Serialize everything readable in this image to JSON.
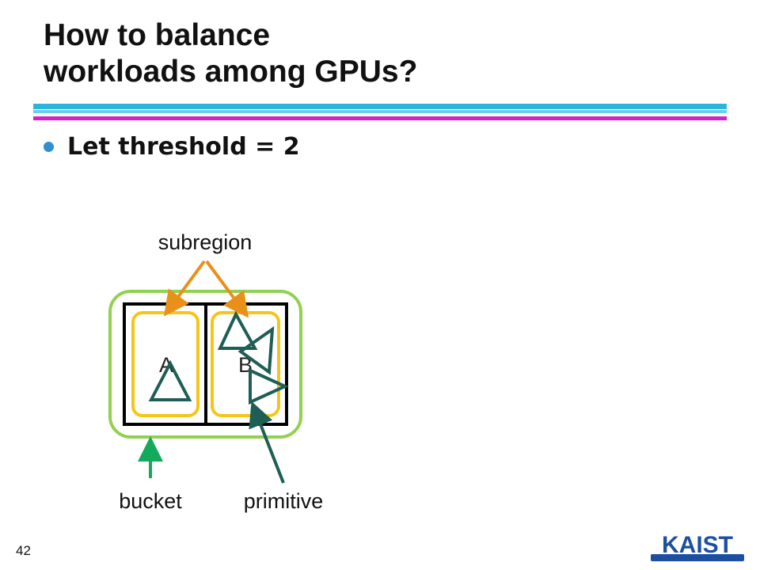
{
  "title_line1": "How to balance",
  "title_line2": "workloads among GPUs?",
  "bullet": "Let threshold = 2",
  "diagram": {
    "label_subregion": "subregion",
    "label_bucket": "bucket",
    "label_primitive": "primitive",
    "region_a": "A",
    "region_b": "B",
    "colors": {
      "bucket": "#92d050",
      "subregion_arrow": "#e8901a",
      "subregion_box": "#f5c518",
      "primitive": "#1e5e55",
      "bucket_arrow": "#13aa5c",
      "cell_border": "#000000"
    }
  },
  "page_number": "42",
  "logo_text": "KAIST"
}
